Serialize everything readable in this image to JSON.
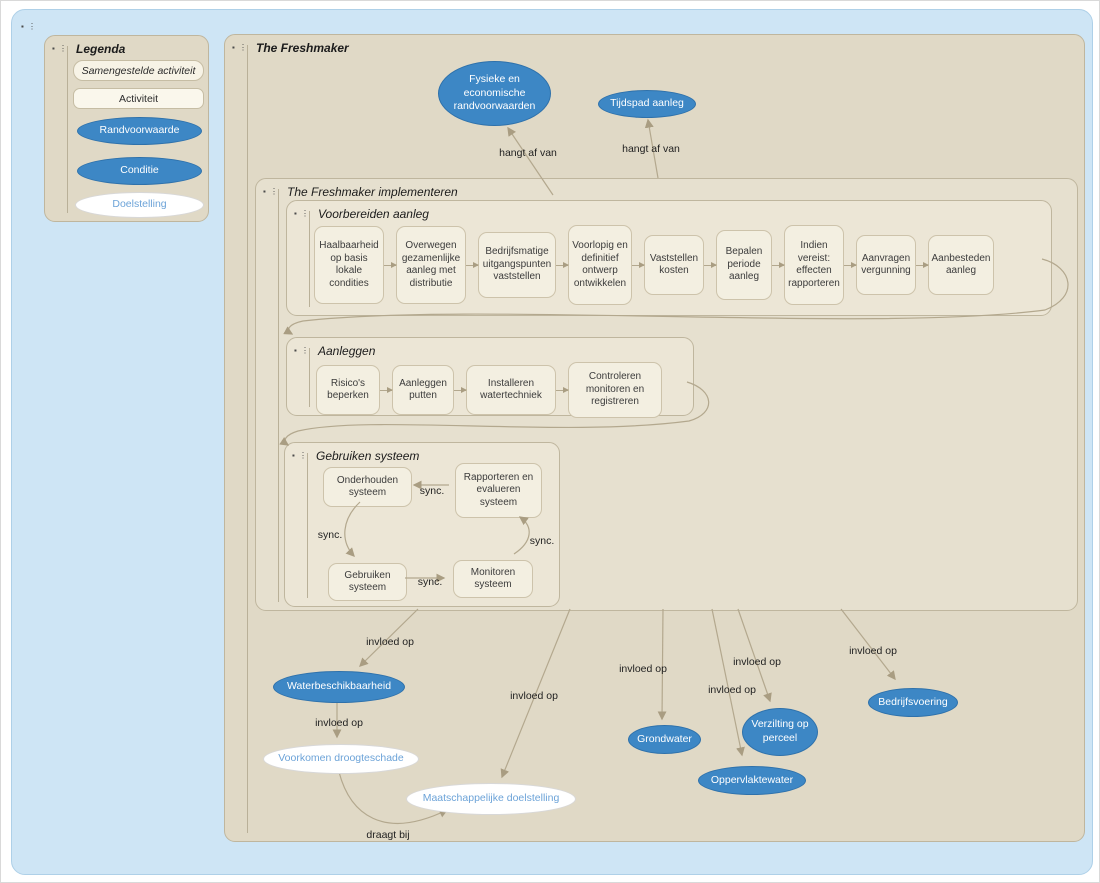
{
  "icons": {
    "group_handle": "▪ ⋮"
  },
  "legend": {
    "title": "Legenda",
    "composite_activity": "Samengestelde activiteit",
    "activity": "Activiteit",
    "precondition": "Randvoorwaarde",
    "condition": "Conditie",
    "goal": "Doelstelling"
  },
  "freshmaker": {
    "title": "The Freshmaker",
    "preconditions": {
      "fysieke": "Fysieke en economische randvoorwaarden",
      "tijdspad": "Tijdspad aanleg"
    },
    "implementeren": {
      "title": "The Freshmaker implementeren",
      "voorbereiden": {
        "title": "Voorbereiden aanleg",
        "steps": [
          "Haalbaarheid op basis lokale condities",
          "Overwegen gezamenlijke aanleg met distributie",
          "Bedrijfsmatige uitgangspunten vaststellen",
          "Voorlopig en definitief ontwerp ontwikkelen",
          "Vaststellen kosten",
          "Bepalen periode aanleg",
          "Indien vereist: effecten rapporteren",
          "Aanvragen vergunning",
          "Aanbesteden aanleg"
        ]
      },
      "aanleggen": {
        "title": "Aanleggen",
        "steps": [
          "Risico's beperken",
          "Aanleggen putten",
          "Installeren watertechniek",
          "Controleren monitoren en registreren"
        ]
      },
      "gebruiken": {
        "title": "Gebruiken systeem",
        "onderhouden": "Onderhouden systeem",
        "rapporteren": "Rapporteren en evalueren systeem",
        "gebruiken_sys": "Gebruiken systeem",
        "monitoren": "Monitoren systeem"
      }
    },
    "conditions": {
      "waterbeschikbaarheid": "Waterbeschikbaarheid",
      "grondwater": "Grondwater",
      "verzilting": "Verzilting op perceel",
      "oppervlaktewater": "Oppervlaktewater",
      "bedrijfsvoering": "Bedrijfsvoering"
    },
    "goals": {
      "voorkomen": "Voorkomen droogteschade",
      "maatschappelijk": "Maatschappelijke doelstelling"
    }
  },
  "edge_labels": {
    "hangt_af_van": "hangt af van",
    "invloed_op": "invloed op",
    "sync": "sync.",
    "draagt_bij": "draagt bij"
  },
  "colors": {
    "canvas_blue": "#cee5f5",
    "group_beige": "#e0d9c6",
    "activity_fill": "#f3efe1",
    "ellipse_blue": "#3d87c5",
    "goal_text_blue": "#6ca3d8",
    "connector": "#b3a88e"
  }
}
